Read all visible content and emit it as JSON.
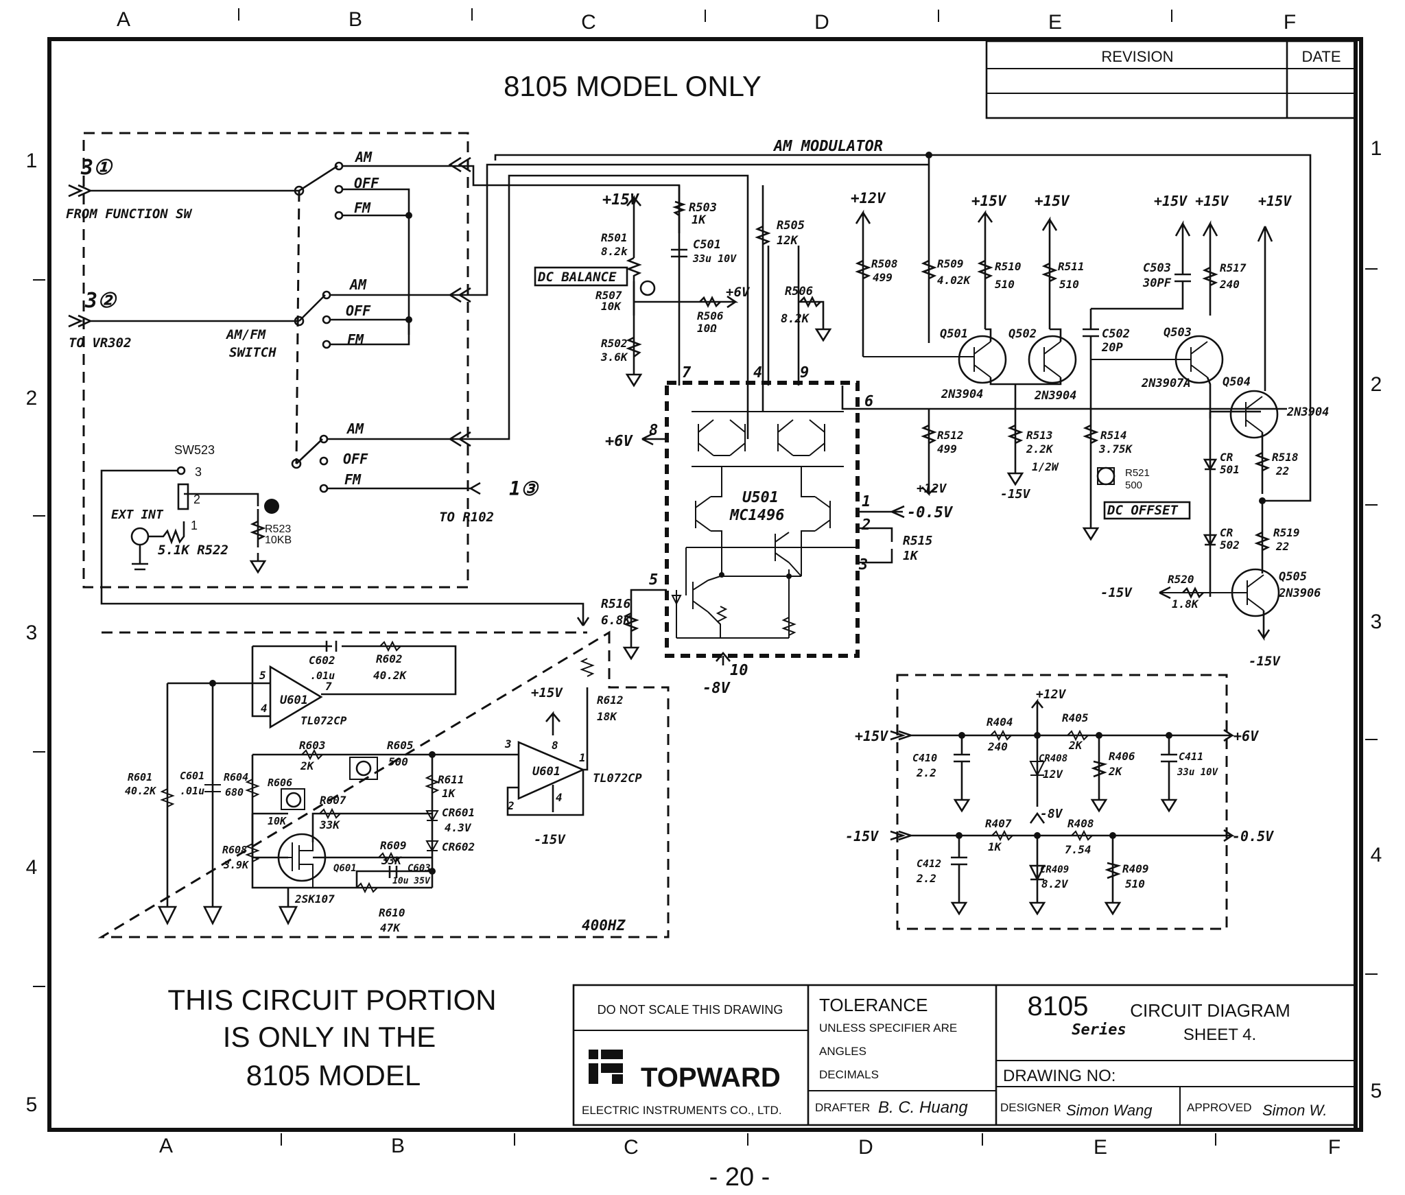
{
  "header_text": "8105 MODEL ONLY",
  "column_labels": [
    "A",
    "B",
    "C",
    "D",
    "E",
    "F"
  ],
  "row_labels": [
    "1",
    "2",
    "3",
    "4",
    "5"
  ],
  "revision_block": {
    "revision_label": "REVISION",
    "date_label": "DATE"
  },
  "switch_block": {
    "input1_pin": "3①",
    "input1_label": "FROM FUNCTION SW",
    "input2_pin": "3②",
    "input2_label": "TO VR302",
    "switch_label": "AM/FM SWITCH",
    "positions": [
      "AM",
      "OFF",
      "FM"
    ],
    "sw_label": "SW523",
    "ext_int": "EXT INT",
    "pins": [
      "3",
      "2",
      "1"
    ],
    "r522": "5.1K R522",
    "r523": "R523 10KB",
    "output_pin": "1③",
    "output_label": "TO R102"
  },
  "am_modulator": {
    "title": "AM MODULATOR",
    "dc_balance": "DC BALANCE",
    "dc_offset": "DC OFFSET",
    "ic_name": "U501",
    "ic_part": "MC1496",
    "supplies": {
      "p15": "+15V",
      "p12": "+12V",
      "p6": "+6V",
      "m15": "-15V",
      "m8": "-8V",
      "m05": "-0.5V",
      "p15s": "+15V +15V"
    },
    "components": [
      "R503 1K",
      "C501 33u 10V",
      "R505 12K",
      "R501 8.2k",
      "R507 10K",
      "R506 10Ω",
      "R506 8.2K",
      "R502 3.6K",
      "R508 499",
      "R509 4.02K",
      "R510 510",
      "R511 510",
      "C503 30PF",
      "R517 240",
      "Q501",
      "Q502",
      "2N3904",
      "2N3904",
      "C502 20P",
      "Q503",
      "2N3907A",
      "Q504",
      "2N3904",
      "R512 499",
      "R513 2.2K 1/2W",
      "R514 3.75K",
      "R521 500",
      "CR 501",
      "R518 22",
      "CR 502",
      "R519 22",
      "R520 1.8K",
      "Q505",
      "2N3906",
      "R515 1K",
      "R516 6.8K"
    ],
    "pins": [
      "7",
      "4",
      "9",
      "6",
      "8",
      "1",
      "2",
      "3",
      "5",
      "10"
    ]
  },
  "oscillator": {
    "freq": "400HZ",
    "u601a": "U601",
    "u601a_part": "TL072CP",
    "u601b": "U601",
    "u601b_part": "TL072CP",
    "components": [
      "C602 .01u",
      "R602 40.2K",
      "R612 18K",
      "R603 2K",
      "R605 500",
      "R601 40.2K",
      "C601 .01u",
      "R604 680",
      "R606 10K",
      "R607 33K",
      "R611 1K",
      "CR601 4.3V",
      "R609 33K",
      "CR602",
      "R608 3.9K",
      "Q601",
      "2SK107",
      "C603 10u 35V",
      "R610 47K"
    ],
    "pins": [
      "5",
      "4",
      "7",
      "3",
      "8",
      "1",
      "2",
      "4"
    ],
    "supplies": {
      "p15": "+15V",
      "m15": "-15V"
    }
  },
  "regulator": {
    "top_in": "+15V",
    "top_out": "+6V",
    "top_rail": "+12V",
    "bot_in": "-15V",
    "bot_out": "-0.5V",
    "bot_rail": "-8V",
    "components": [
      "R404 240",
      "R405 2K",
      "C410 2.2",
      "CR408 12V",
      "R406 2K",
      "C411 33u 10V",
      "R407 1K",
      "R408 7.54",
      "C412 2.2",
      "CR409 8.2V",
      "R409 510"
    ]
  },
  "note_lines": [
    "THIS CIRCUIT PORTION",
    "IS ONLY IN THE",
    "8105 MODEL"
  ],
  "title_block": {
    "do_not_scale": "DO NOT SCALE THIS DRAWING",
    "company": "TOPWARD",
    "company_sub": "ELECTRIC INSTRUMENTS CO., LTD.",
    "tolerance": "TOLERANCE",
    "tol_sub": "UNLESS SPECIFIER ARE",
    "angles": "ANGLES",
    "decimals": "DECIMALS",
    "drafter": "DRAFTER",
    "drafter_sig": "B. C. Huang",
    "model": "8105",
    "series": "Series",
    "title": "CIRCUIT DIAGRAM",
    "sheet": "SHEET 4.",
    "drawing_no": "DRAWING NO:",
    "designer": "DESIGNER",
    "designer_sig": "Simon Wang",
    "approved": "APPROVED",
    "approved_sig": "Simon W."
  },
  "page_number": "- 20 -"
}
